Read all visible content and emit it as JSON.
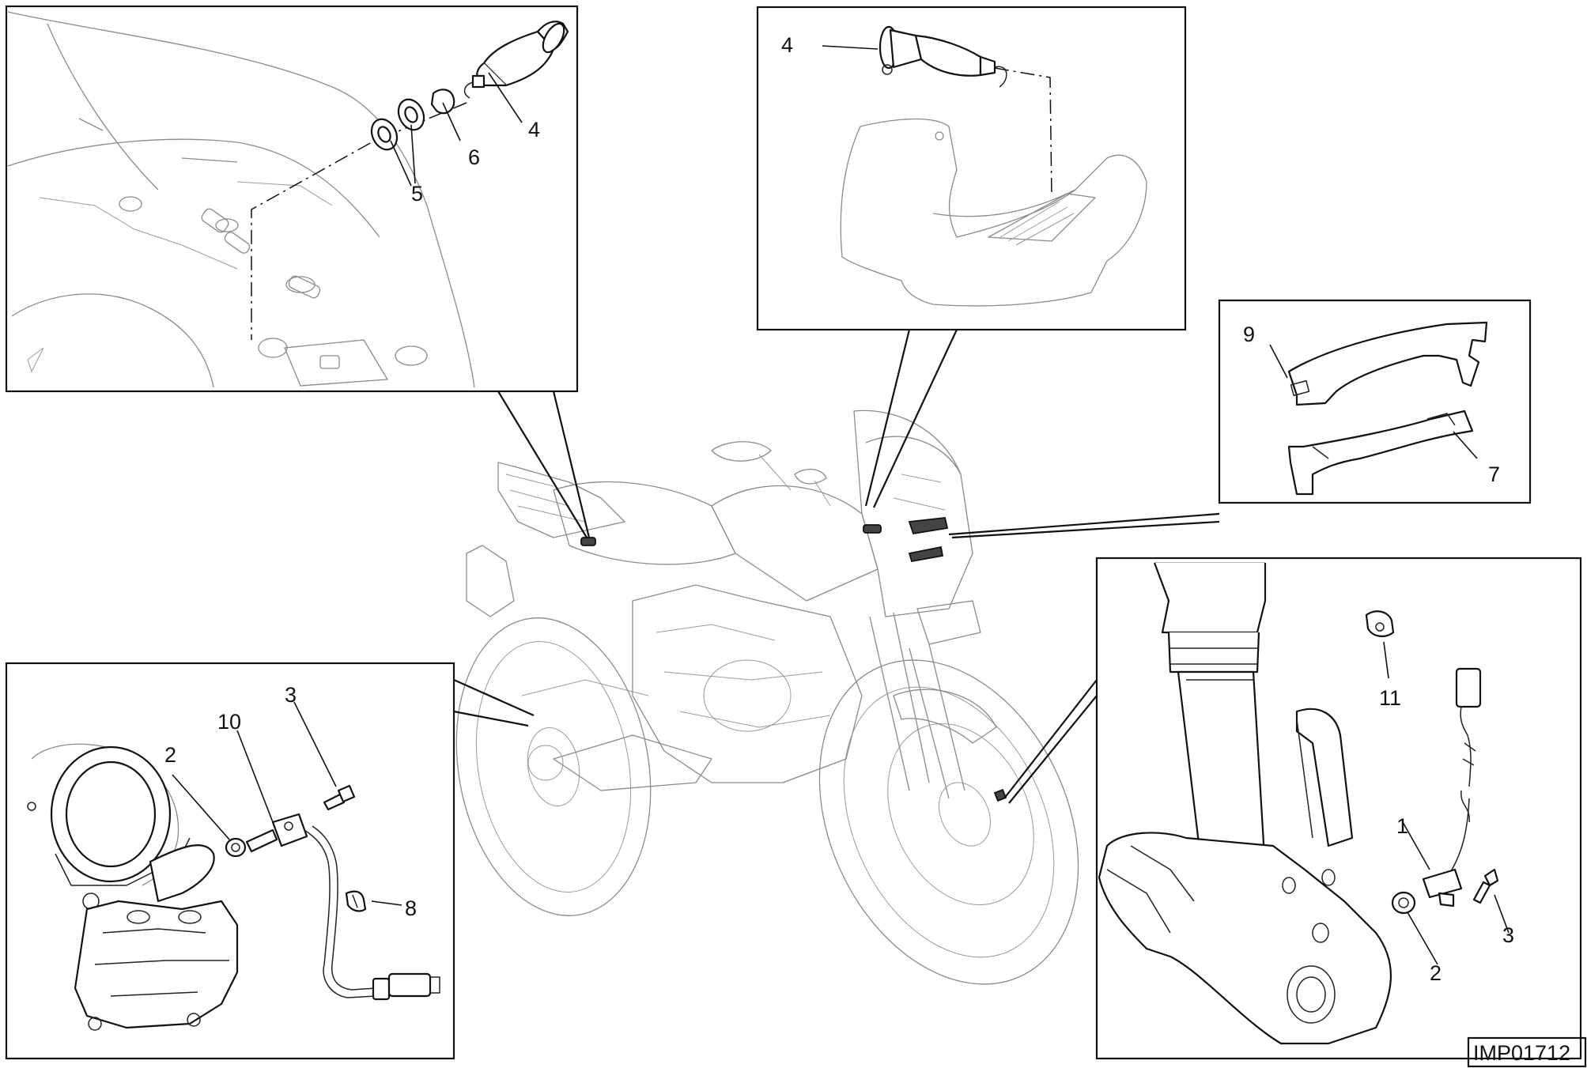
{
  "reference_code": "IMP01712",
  "panels": {
    "top_left": {
      "labels": [
        "4",
        "5",
        "6"
      ]
    },
    "top_center": {
      "labels": [
        "4"
      ]
    },
    "top_right": {
      "labels": [
        "9",
        "7"
      ]
    },
    "bottom_left": {
      "labels": [
        "3",
        "10",
        "2",
        "8"
      ]
    },
    "bottom_right": {
      "labels": [
        "11",
        "1",
        "2",
        "3"
      ]
    }
  }
}
